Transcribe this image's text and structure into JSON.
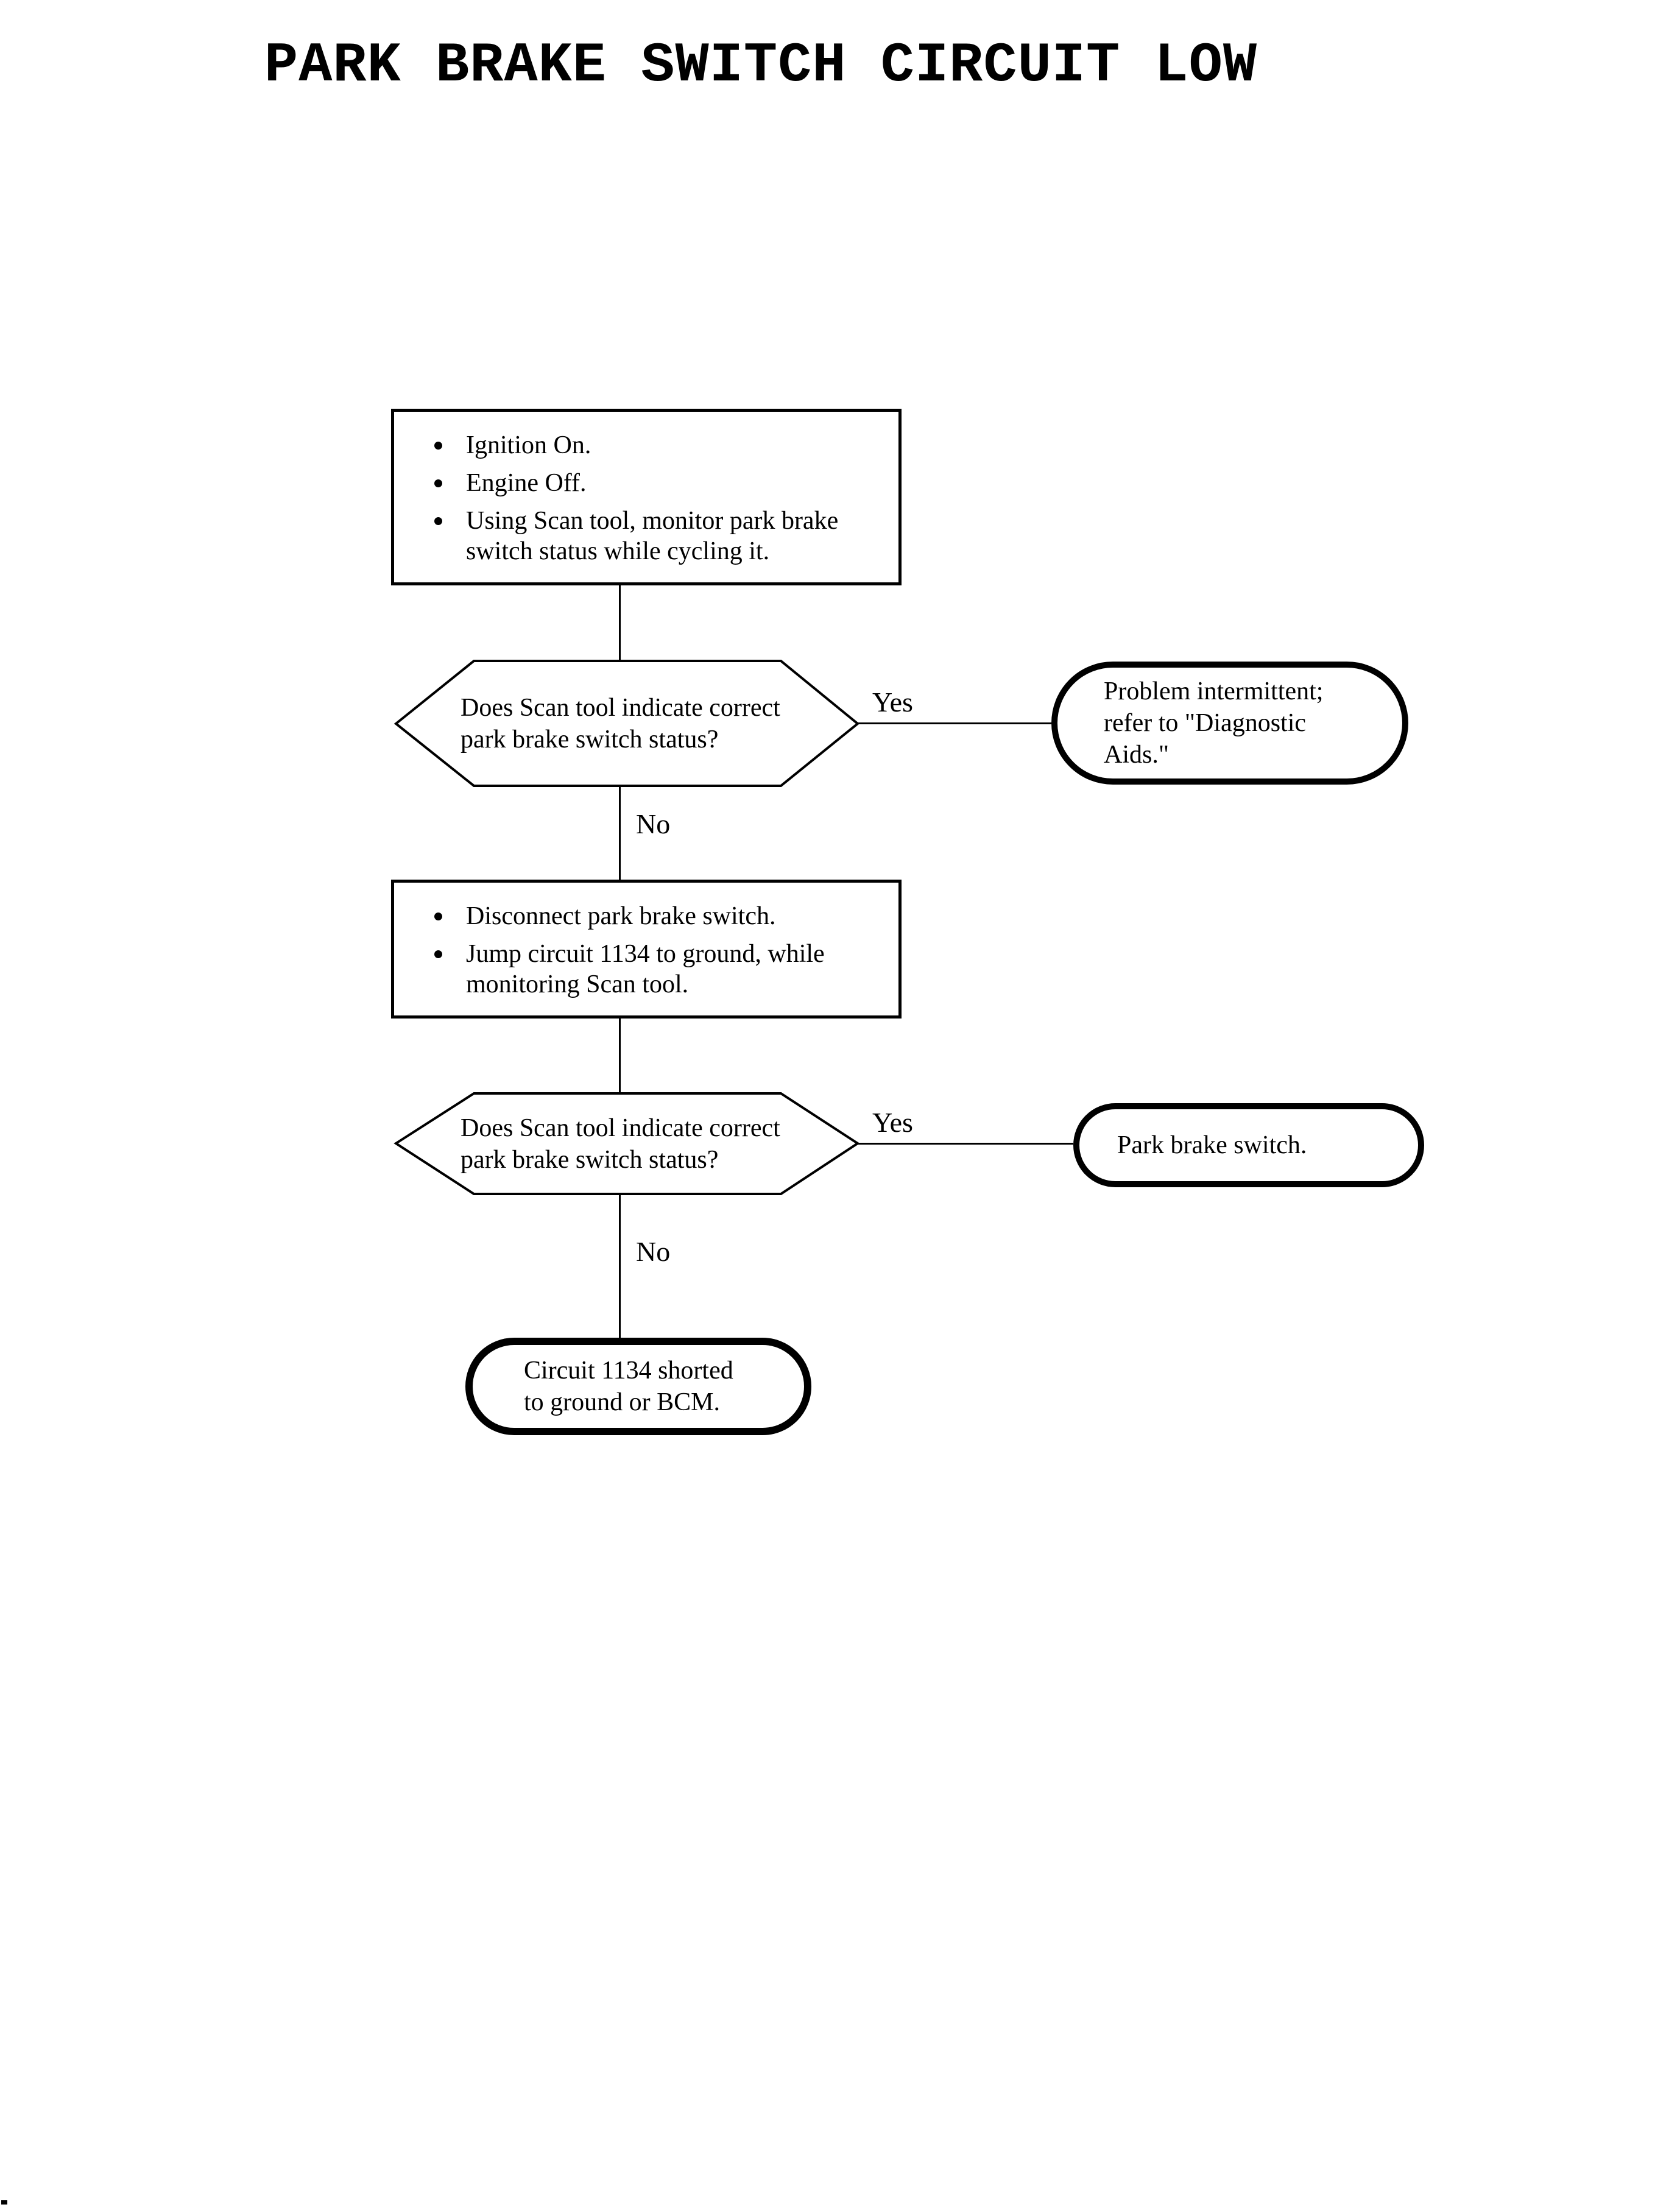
{
  "page": {
    "title": "PARK BRAKE SWITCH CIRCUIT LOW",
    "ink_color": "#000000",
    "paper_color": "#ffffff"
  },
  "nodes": {
    "step1": {
      "bullets": [
        {
          "lines": [
            "Ignition On."
          ]
        },
        {
          "lines": [
            "Engine Off."
          ]
        },
        {
          "lines": [
            "Using Scan tool, monitor park brake",
            "switch status while cycling it."
          ]
        }
      ]
    },
    "decision1": {
      "lines": [
        "Does Scan tool indicate correct",
        "park brake switch status?"
      ],
      "yes_label": "Yes",
      "no_label": "No"
    },
    "result_yes1": {
      "lines": [
        "Problem intermittent;",
        "refer to \"Diagnostic",
        "Aids.\""
      ]
    },
    "step2": {
      "bullets": [
        {
          "lines": [
            "Disconnect park brake switch."
          ]
        },
        {
          "lines": [
            "Jump circuit 1134 to ground, while",
            "monitoring Scan tool."
          ]
        }
      ]
    },
    "decision2": {
      "lines": [
        "Does Scan tool indicate correct",
        "park brake switch status?"
      ],
      "yes_label": "Yes",
      "no_label": "No"
    },
    "result_yes2": {
      "lines": [
        "Park brake switch."
      ]
    },
    "result_no": {
      "lines": [
        "Circuit 1134 shorted",
        "to ground or BCM."
      ]
    }
  }
}
